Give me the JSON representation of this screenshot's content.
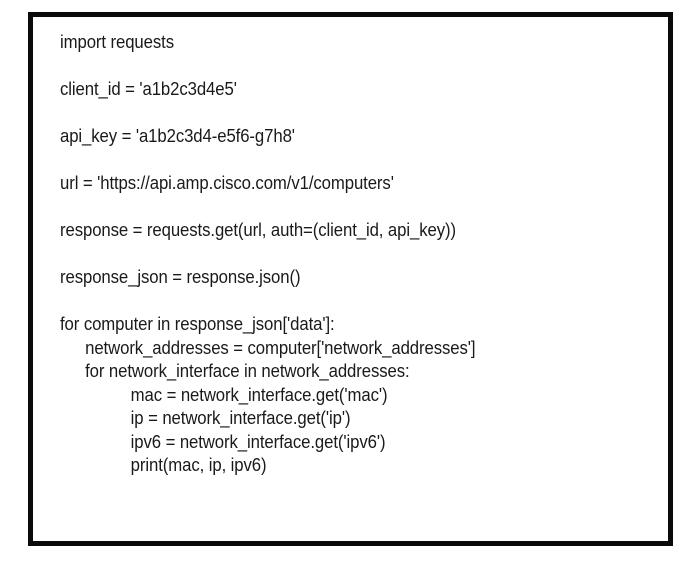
{
  "card": {
    "border_color": "#0a0a0a",
    "background_color": "#ffffff",
    "text_color": "#1a1a1a"
  },
  "code": {
    "language": "python",
    "lines": [
      {
        "text": "import requests",
        "indent": 0,
        "blank_after": true
      },
      {
        "text": "client_id = 'a1b2c3d4e5'",
        "indent": 0,
        "blank_after": true
      },
      {
        "text": "api_key = 'a1b2c3d4-e5f6-g7h8'",
        "indent": 0,
        "blank_after": true
      },
      {
        "text": "url = 'https://api.amp.cisco.com/v1/computers'",
        "indent": 0,
        "blank_after": true
      },
      {
        "text": "response = requests.get(url, auth=(client_id, api_key))",
        "indent": 0,
        "blank_after": true
      },
      {
        "text": "response_json = response.json()",
        "indent": 0,
        "blank_after": true
      },
      {
        "text": "for computer in response_json['data']:",
        "indent": 0,
        "blank_after": false
      },
      {
        "text": "network_addresses = computer['network_addresses']",
        "indent": 1,
        "blank_after": false
      },
      {
        "text": "for network_interface in network_addresses:",
        "indent": 1,
        "blank_after": false
      },
      {
        "text": "mac = network_interface.get('mac')",
        "indent": 2,
        "blank_after": false
      },
      {
        "text": "ip = network_interface.get('ip')",
        "indent": 2,
        "blank_after": false
      },
      {
        "text": "ipv6 = network_interface.get('ipv6')",
        "indent": 2,
        "blank_after": false
      },
      {
        "text": "print(mac, ip, ipv6)",
        "indent": 2,
        "blank_after": false
      }
    ]
  }
}
